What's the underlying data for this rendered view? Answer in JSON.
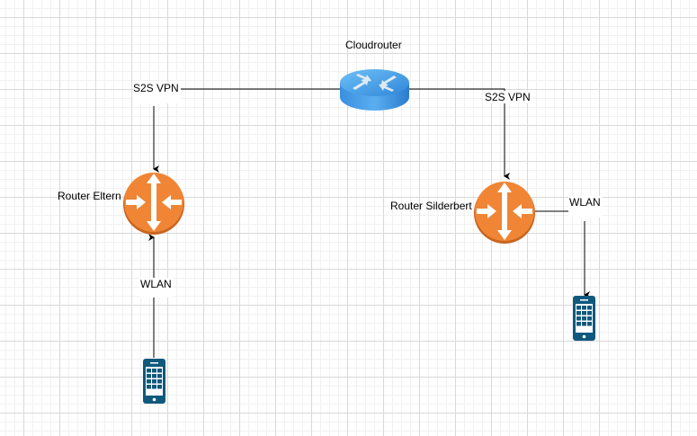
{
  "diagram": {
    "nodes": {
      "cloudrouter": {
        "label": "Cloudrouter",
        "type": "router-cloud",
        "color": "#3d8fe0"
      },
      "router_eltern": {
        "label": "Router Eltern",
        "type": "router",
        "color": "#f08535"
      },
      "router_silderbert": {
        "label": "Router Silderbert",
        "type": "router",
        "color": "#f08535"
      },
      "phone_eltern": {
        "type": "mobile-phone",
        "color": "#10597d"
      },
      "phone_silderbert": {
        "type": "mobile-phone",
        "color": "#10597d"
      }
    },
    "edges": {
      "vpn_left": {
        "label": "S2S VPN",
        "from": "cloudrouter",
        "to": "router_eltern"
      },
      "vpn_right": {
        "label": "S2S VPN",
        "from": "cloudrouter",
        "to": "router_silderbert"
      },
      "wlan_left": {
        "label": "WLAN",
        "from": "phone_eltern",
        "to": "router_eltern"
      },
      "wlan_right": {
        "label": "WLAN",
        "from": "router_silderbert",
        "to": "phone_silderbert"
      }
    }
  }
}
